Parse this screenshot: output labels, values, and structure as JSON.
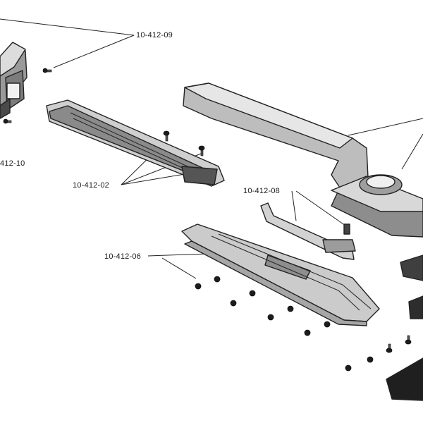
{
  "labels": {
    "part_09": "10-412-09",
    "part_10": "412-10",
    "part_02": "10-412-02",
    "part_08": "10-412-08",
    "part_06": "10-412-06"
  },
  "colors": {
    "background": "#ffffff",
    "part_fill_light": "#e4e4e4",
    "part_fill_mid": "#b9b9b9",
    "part_fill_dark": "#6a6a6a",
    "line": "#222222"
  }
}
